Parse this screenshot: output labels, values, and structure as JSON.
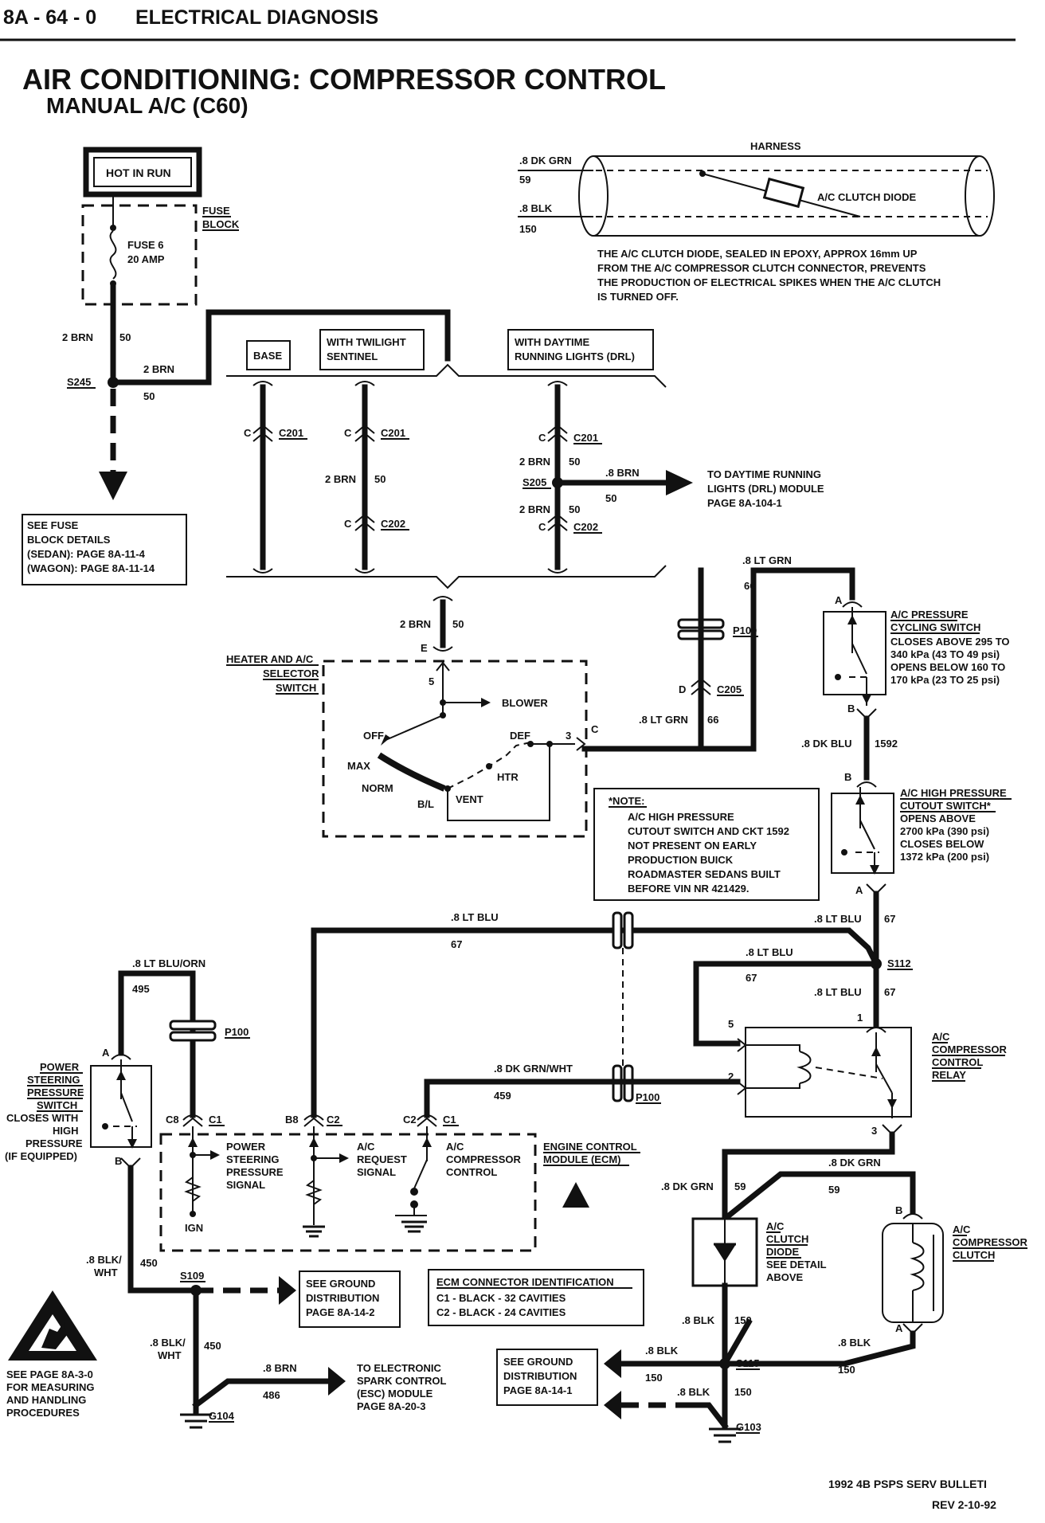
{
  "header": {
    "page_ref": "8A - 64 - 0",
    "section": "ELECTRICAL DIAGNOSIS"
  },
  "title": "AIR CONDITIONING:  COMPRESSOR CONTROL",
  "subtitle": "MANUAL A/C (C60)",
  "power": {
    "hot_in_run": "HOT IN RUN",
    "fuse_block_l1": "FUSE",
    "fuse_block_l2": "BLOCK",
    "fuse_l1": "FUSE 6",
    "fuse_l2": "20 AMP",
    "wire_2brn": "2 BRN",
    "ckt_50": "50",
    "splice_s245": "S245"
  },
  "fuse_details": {
    "l1": "SEE FUSE",
    "l2": "BLOCK DETAILS",
    "l3": "(SEDAN):   PAGE 8A-11-4",
    "l4": "(WAGON):   PAGE 8A-11-14"
  },
  "harness": {
    "label": "HARNESS",
    "wire1": ".8 DK GRN",
    "ckt1": "59",
    "wire2": ".8 BLK",
    "ckt2": "150",
    "diode": "A/C CLUTCH DIODE",
    "note_l1": "THE A/C CLUTCH DIODE, SEALED IN EPOXY, APPROX 16mm UP",
    "note_l2": "FROM THE A/C COMPRESSOR CLUTCH CONNECTOR, PREVENTS",
    "note_l3": "THE PRODUCTION OF ELECTRICAL SPIKES WHEN THE A/C CLUTCH",
    "note_l4": "IS TURNED OFF."
  },
  "options": {
    "base": "BASE",
    "twilight_l1": "WITH TWILIGHT",
    "twilight_l2": "SENTINEL",
    "drl_l1": "WITH DAYTIME",
    "drl_l2": "RUNNING LIGHTS (DRL)"
  },
  "connectors": {
    "c": "C",
    "c201": "C201",
    "c202": "C202",
    "s205": "S205",
    "wire_8brn": ".8 BRN",
    "to_drl_l1": "TO DAYTIME RUNNING",
    "to_drl_l2": "LIGHTS (DRL) MODULE",
    "to_drl_l3": "PAGE 8A-104-1"
  },
  "selector": {
    "name_l1": "HEATER AND A/C",
    "name_l2": "SELECTOR",
    "name_l3": "SWITCH",
    "pin_e": "E",
    "pin_5": "5",
    "pin_3": "3",
    "pin_c": "C",
    "blower": "BLOWER",
    "off": "OFF",
    "def": "DEF",
    "max": "MAX",
    "htr": "HTR",
    "norm": "NORM",
    "bl": "B/L",
    "vent": "VENT"
  },
  "note_box": {
    "l1": "*NOTE:",
    "l2": "A/C HIGH PRESSURE",
    "l3": "CUTOUT SWITCH AND CKT 1592",
    "l4": "NOT PRESENT ON EARLY",
    "l5": "PRODUCTION BUICK",
    "l6": "ROADMASTER SEDANS BUILT",
    "l7": "BEFORE VIN NR 421429."
  },
  "right_circuit": {
    "wire_ltgrn": ".8 LT GRN",
    "ckt_66": "66",
    "p100": "P100",
    "pin_d": "D",
    "c205": "C205",
    "pin_a": "A",
    "pin_b": "B",
    "cyc_l1": "A/C PRESSURE",
    "cyc_l2": "CYCLING SWITCH",
    "cyc_l3": "CLOSES ABOVE 295 TO",
    "cyc_l4": "340 kPa (43 TO 49 psi)",
    "cyc_l5": "OPENS BELOW 160 TO",
    "cyc_l6": "170 kPa (23 TO 25 psi)",
    "wire_dkblu": ".8 DK BLU",
    "ckt_1592": "1592",
    "hp_l1": "A/C HIGH PRESSURE",
    "hp_l2": "CUTOUT SWITCH*",
    "hp_l3": "OPENS ABOVE",
    "hp_l4": "2700 kPa (390 psi)",
    "hp_l5": "CLOSES BELOW",
    "hp_l6": "1372 kPa (200 psi)",
    "wire_ltblu": ".8 LT BLU",
    "ckt_67": "67",
    "s112": "S112",
    "relay_l1": "A/C",
    "relay_l2": "COMPRESSOR",
    "relay_l3": "CONTROL",
    "relay_l4": "RELAY",
    "pin_1": "1",
    "pin_2": "2",
    "pin_3": "3",
    "pin_5": "5",
    "wire_dkgrnwht": ".8 DK GRN/WHT",
    "ckt_459": "459",
    "wire_dkgrn": ".8 DK GRN",
    "ckt_59": "59",
    "diode_l1": "A/C",
    "diode_l2": "CLUTCH",
    "diode_l3": "DIODE",
    "diode_l4": "SEE DETAIL",
    "diode_l5": "ABOVE",
    "clutch_l1": "A/C",
    "clutch_l2": "COMPRESSOR",
    "clutch_l3": "CLUTCH",
    "wire_blk": ".8 BLK",
    "ckt_150": "150",
    "s115": "S115",
    "g103": "G103"
  },
  "ecm": {
    "wire_ltbluorn": ".8 LT BLU/ORN",
    "ckt_495": "495",
    "ps_l1": "POWER",
    "ps_l2": "STEERING",
    "ps_l3": "PRESSURE",
    "ps_l4": "SWITCH",
    "ps_l5": "CLOSES WITH",
    "ps_l6": "HIGH",
    "ps_l7": "PRESSURE",
    "ps_l8": "(IF EQUIPPED)",
    "pin_c8": "C8",
    "pin_b8": "B8",
    "pin_c2": "C2",
    "conn_c1": "C1",
    "conn_c2": "C2",
    "pss_l1": "POWER",
    "pss_l2": "STEERING",
    "pss_l3": "PRESSURE",
    "pss_l4": "SIGNAL",
    "req_l1": "A/C",
    "req_l2": "REQUEST",
    "req_l3": "SIGNAL",
    "cc_l1": "A/C",
    "cc_l2": "COMPRESSOR",
    "cc_l3": "CONTROL",
    "ign": "IGN",
    "name_l1": "ENGINE CONTROL",
    "name_l2": "MODULE (ECM)",
    "id_title": "ECM CONNECTOR IDENTIFICATION",
    "id_l1": "C1   -   BLACK     -  32 CAVITIES",
    "id_l2": "C2   -   BLACK     -  24 CAVITIES",
    "wire_blkwht_1": ".8 BLK/",
    "wire_blkwht_2": "WHT",
    "ckt_450": "450",
    "s109": "S109",
    "g104": "G104",
    "wire_8brn": ".8 BRN",
    "ckt_486": "486",
    "esc_l1": "TO ELECTRONIC",
    "esc_l2": "SPARK CONTROL",
    "esc_l3": "(ESC) MODULE",
    "esc_l4": "PAGE 8A-20-3"
  },
  "grounds": {
    "gd1_l1": "SEE GROUND",
    "gd1_l2": "DISTRIBUTION",
    "gd1_l3": "PAGE 8A-14-2",
    "gd2_l1": "SEE GROUND",
    "gd2_l2": "DISTRIBUTION",
    "gd2_l3": "PAGE 8A-14-1"
  },
  "esd": {
    "l1": "SEE PAGE 8A-3-0",
    "l2": "FOR MEASURING",
    "l3": "AND HANDLING",
    "l4": "PROCEDURES"
  },
  "footer": {
    "bulletin": "1992 4B PSPS SERV BULLETI",
    "rev": "REV 2-10-92"
  }
}
